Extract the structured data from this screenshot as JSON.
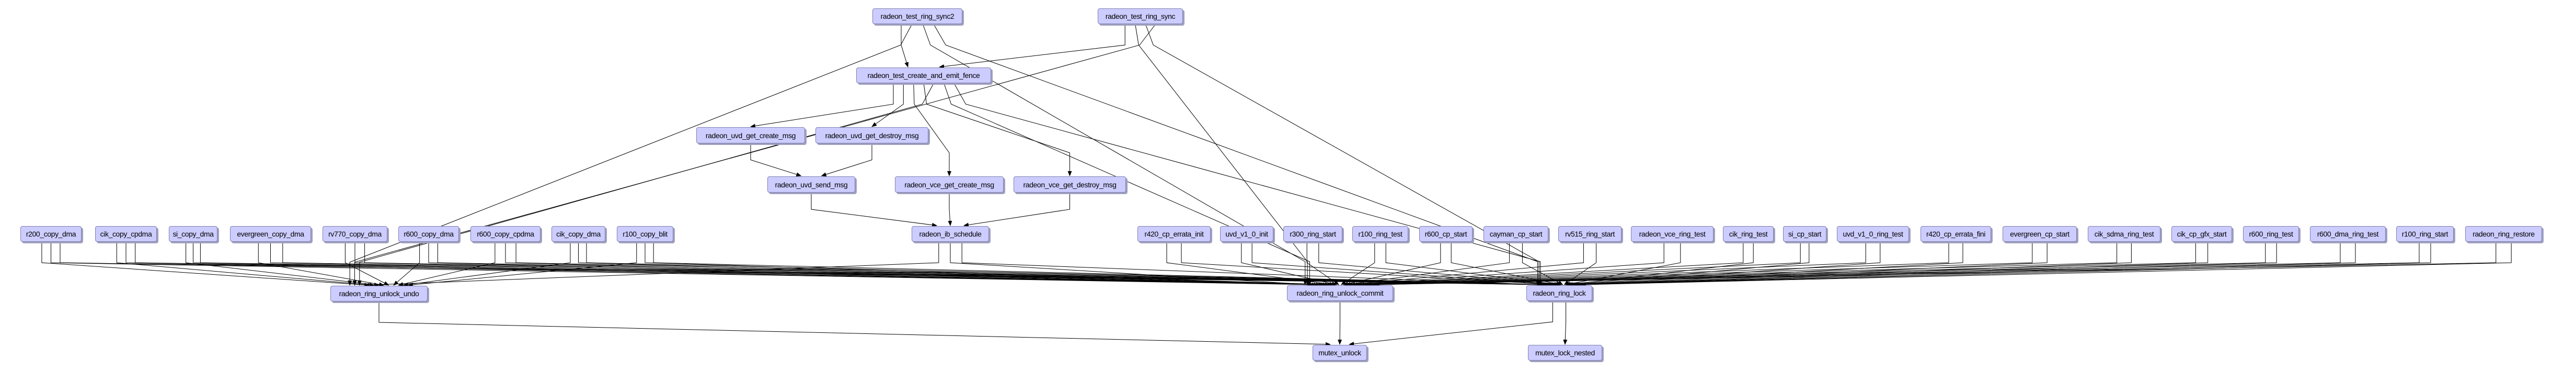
{
  "graph": {
    "node_fill": "#ccccff",
    "node_border": "#8080b0",
    "edge_color": "#000000",
    "nodes": [
      {
        "id": "sync2",
        "label": "radeon_test_ring_sync2"
      },
      {
        "id": "sync",
        "label": "radeon_test_ring_sync"
      },
      {
        "id": "fence",
        "label": "radeon_test_create_and_emit_fence"
      },
      {
        "id": "uvd_create",
        "label": "radeon_uvd_get_create_msg"
      },
      {
        "id": "uvd_destroy",
        "label": "radeon_uvd_get_destroy_msg"
      },
      {
        "id": "uvd_send",
        "label": "radeon_uvd_send_msg"
      },
      {
        "id": "vce_create",
        "label": "radeon_vce_get_create_msg"
      },
      {
        "id": "vce_destroy",
        "label": "radeon_vce_get_destroy_msg"
      },
      {
        "id": "ib_schedule",
        "label": "radeon_ib_schedule"
      },
      {
        "id": "r200_copy_dma",
        "label": "r200_copy_dma"
      },
      {
        "id": "cik_copy_cpdma",
        "label": "cik_copy_cpdma"
      },
      {
        "id": "si_copy_dma",
        "label": "si_copy_dma"
      },
      {
        "id": "evergreen_copy_dma",
        "label": "evergreen_copy_dma"
      },
      {
        "id": "rv770_copy_dma",
        "label": "rv770_copy_dma"
      },
      {
        "id": "r600_copy_dma",
        "label": "r600_copy_dma"
      },
      {
        "id": "r600_copy_cpdma",
        "label": "r600_copy_cpdma"
      },
      {
        "id": "cik_copy_dma",
        "label": "cik_copy_dma"
      },
      {
        "id": "r100_copy_blit",
        "label": "r100_copy_blit"
      },
      {
        "id": "r420_cp_errata_init",
        "label": "r420_cp_errata_init"
      },
      {
        "id": "uvd_v1_0_init",
        "label": "uvd_v1_0_init"
      },
      {
        "id": "r300_ring_start",
        "label": "r300_ring_start"
      },
      {
        "id": "r100_ring_test",
        "label": "r100_ring_test"
      },
      {
        "id": "r600_cp_start",
        "label": "r600_cp_start"
      },
      {
        "id": "cayman_cp_start",
        "label": "cayman_cp_start"
      },
      {
        "id": "rv515_ring_start",
        "label": "rv515_ring_start"
      },
      {
        "id": "radeon_vce_ring_test",
        "label": "radeon_vce_ring_test"
      },
      {
        "id": "cik_ring_test",
        "label": "cik_ring_test"
      },
      {
        "id": "si_cp_start",
        "label": "si_cp_start"
      },
      {
        "id": "uvd_v1_0_ring_test",
        "label": "uvd_v1_0_ring_test"
      },
      {
        "id": "r420_cp_errata_fini",
        "label": "r420_cp_errata_fini"
      },
      {
        "id": "evergreen_cp_start",
        "label": "evergreen_cp_start"
      },
      {
        "id": "cik_sdma_ring_test",
        "label": "cik_sdma_ring_test"
      },
      {
        "id": "cik_cp_gfx_start",
        "label": "cik_cp_gfx_start"
      },
      {
        "id": "r600_ring_test",
        "label": "r600_ring_test"
      },
      {
        "id": "r600_dma_ring_test",
        "label": "r600_dma_ring_test"
      },
      {
        "id": "r100_ring_start",
        "label": "r100_ring_start"
      },
      {
        "id": "radeon_ring_restore",
        "label": "radeon_ring_restore"
      },
      {
        "id": "unlock_undo",
        "label": "radeon_ring_unlock_undo"
      },
      {
        "id": "unlock_commit",
        "label": "radeon_ring_unlock_commit"
      },
      {
        "id": "ring_lock",
        "label": "radeon_ring_lock"
      },
      {
        "id": "mutex_unlock",
        "label": "mutex_unlock"
      },
      {
        "id": "mutex_lock_nested",
        "label": "mutex_lock_nested"
      }
    ],
    "edges": [
      [
        "sync2",
        "fence"
      ],
      [
        "sync2",
        "unlock_undo"
      ],
      [
        "sync2",
        "unlock_commit"
      ],
      [
        "sync2",
        "ring_lock"
      ],
      [
        "sync",
        "fence"
      ],
      [
        "sync",
        "unlock_commit"
      ],
      [
        "sync",
        "ring_lock"
      ],
      [
        "sync",
        "unlock_undo"
      ],
      [
        "fence",
        "uvd_create"
      ],
      [
        "fence",
        "uvd_destroy"
      ],
      [
        "fence",
        "vce_create"
      ],
      [
        "fence",
        "vce_destroy"
      ],
      [
        "fence",
        "unlock_undo"
      ],
      [
        "fence",
        "unlock_commit"
      ],
      [
        "fence",
        "ring_lock"
      ],
      [
        "uvd_create",
        "uvd_send"
      ],
      [
        "uvd_destroy",
        "uvd_send"
      ],
      [
        "uvd_send",
        "ib_schedule"
      ],
      [
        "vce_create",
        "ib_schedule"
      ],
      [
        "vce_destroy",
        "ib_schedule"
      ],
      [
        "ib_schedule",
        "unlock_undo"
      ],
      [
        "ib_schedule",
        "unlock_commit"
      ],
      [
        "ib_schedule",
        "ring_lock"
      ],
      [
        "r200_copy_dma",
        "unlock_undo"
      ],
      [
        "r200_copy_dma",
        "unlock_commit"
      ],
      [
        "r200_copy_dma",
        "ring_lock"
      ],
      [
        "cik_copy_cpdma",
        "unlock_undo"
      ],
      [
        "cik_copy_cpdma",
        "unlock_commit"
      ],
      [
        "cik_copy_cpdma",
        "ring_lock"
      ],
      [
        "si_copy_dma",
        "unlock_undo"
      ],
      [
        "si_copy_dma",
        "unlock_commit"
      ],
      [
        "si_copy_dma",
        "ring_lock"
      ],
      [
        "evergreen_copy_dma",
        "unlock_undo"
      ],
      [
        "evergreen_copy_dma",
        "unlock_commit"
      ],
      [
        "evergreen_copy_dma",
        "ring_lock"
      ],
      [
        "rv770_copy_dma",
        "unlock_undo"
      ],
      [
        "rv770_copy_dma",
        "unlock_commit"
      ],
      [
        "rv770_copy_dma",
        "ring_lock"
      ],
      [
        "r600_copy_dma",
        "unlock_undo"
      ],
      [
        "r600_copy_dma",
        "unlock_commit"
      ],
      [
        "r600_copy_dma",
        "ring_lock"
      ],
      [
        "r600_copy_cpdma",
        "unlock_undo"
      ],
      [
        "r600_copy_cpdma",
        "unlock_commit"
      ],
      [
        "r600_copy_cpdma",
        "ring_lock"
      ],
      [
        "cik_copy_dma",
        "unlock_undo"
      ],
      [
        "cik_copy_dma",
        "unlock_commit"
      ],
      [
        "cik_copy_dma",
        "ring_lock"
      ],
      [
        "r100_copy_blit",
        "unlock_undo"
      ],
      [
        "r100_copy_blit",
        "unlock_commit"
      ],
      [
        "r100_copy_blit",
        "ring_lock"
      ],
      [
        "r420_cp_errata_init",
        "unlock_commit"
      ],
      [
        "r420_cp_errata_init",
        "ring_lock"
      ],
      [
        "uvd_v1_0_init",
        "unlock_commit"
      ],
      [
        "uvd_v1_0_init",
        "ring_lock"
      ],
      [
        "r300_ring_start",
        "unlock_commit"
      ],
      [
        "r300_ring_start",
        "ring_lock"
      ],
      [
        "r100_ring_test",
        "unlock_commit"
      ],
      [
        "r100_ring_test",
        "ring_lock"
      ],
      [
        "r600_cp_start",
        "unlock_commit"
      ],
      [
        "r600_cp_start",
        "ring_lock"
      ],
      [
        "cayman_cp_start",
        "unlock_commit"
      ],
      [
        "cayman_cp_start",
        "ring_lock"
      ],
      [
        "rv515_ring_start",
        "unlock_commit"
      ],
      [
        "rv515_ring_start",
        "ring_lock"
      ],
      [
        "radeon_vce_ring_test",
        "unlock_commit"
      ],
      [
        "radeon_vce_ring_test",
        "ring_lock"
      ],
      [
        "cik_ring_test",
        "unlock_commit"
      ],
      [
        "cik_ring_test",
        "ring_lock"
      ],
      [
        "si_cp_start",
        "unlock_commit"
      ],
      [
        "si_cp_start",
        "ring_lock"
      ],
      [
        "uvd_v1_0_ring_test",
        "unlock_commit"
      ],
      [
        "uvd_v1_0_ring_test",
        "ring_lock"
      ],
      [
        "r420_cp_errata_fini",
        "unlock_commit"
      ],
      [
        "r420_cp_errata_fini",
        "ring_lock"
      ],
      [
        "evergreen_cp_start",
        "unlock_commit"
      ],
      [
        "evergreen_cp_start",
        "ring_lock"
      ],
      [
        "cik_sdma_ring_test",
        "unlock_commit"
      ],
      [
        "cik_sdma_ring_test",
        "ring_lock"
      ],
      [
        "cik_cp_gfx_start",
        "unlock_commit"
      ],
      [
        "cik_cp_gfx_start",
        "ring_lock"
      ],
      [
        "r600_ring_test",
        "unlock_commit"
      ],
      [
        "r600_ring_test",
        "ring_lock"
      ],
      [
        "r600_dma_ring_test",
        "unlock_commit"
      ],
      [
        "r600_dma_ring_test",
        "ring_lock"
      ],
      [
        "r100_ring_start",
        "unlock_commit"
      ],
      [
        "r100_ring_start",
        "ring_lock"
      ],
      [
        "radeon_ring_restore",
        "unlock_commit"
      ],
      [
        "radeon_ring_restore",
        "ring_lock"
      ],
      [
        "unlock_undo",
        "mutex_unlock"
      ],
      [
        "unlock_commit",
        "mutex_unlock"
      ],
      [
        "ring_lock",
        "mutex_unlock"
      ],
      [
        "ring_lock",
        "mutex_lock_nested"
      ]
    ]
  }
}
